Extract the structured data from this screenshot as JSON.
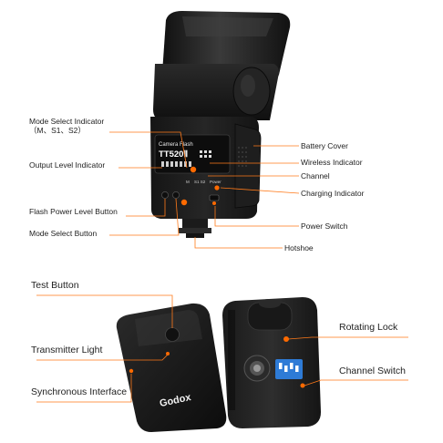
{
  "colors": {
    "leader": "#ff7a1a",
    "dot": "#ff6a00",
    "body_dark": "#1a1a1a",
    "body_mid": "#2c2c2c",
    "highlight": "#4a4a4a",
    "switch_blue": "#2e7bd6"
  },
  "flash": {
    "screen_line1": "Camera Flash",
    "screen_line2": "TT520Ⅱ",
    "button_labels": {
      "m": "M",
      "s1s2": "S1 S2",
      "power": "Power"
    },
    "callouts": {
      "mode_select_indicator": "Mode Select Indicator",
      "mode_select_indicator_sub": "（M、S1、S2）",
      "output_level_indicator": "Output Level Indicator",
      "flash_power_level_button": "Flash Power Level Button",
      "mode_select_button": "Mode Select Button",
      "battery_cover": "Battery Cover",
      "wireless_indicator": "Wireless Indicator",
      "channel": "Channel",
      "charging_indicator": "Charging Indicator",
      "power_switch": "Power Switch",
      "hotshoe": "Hotshoe"
    }
  },
  "trigger": {
    "brand": "Godox",
    "callouts": {
      "test_button": "Test Button",
      "transmitter_light": "Transmitter Light",
      "synchronous_interface": "Synchronous Interface",
      "rotating_lock": "Rotating Lock",
      "channel_switch": "Channel Switch"
    }
  }
}
